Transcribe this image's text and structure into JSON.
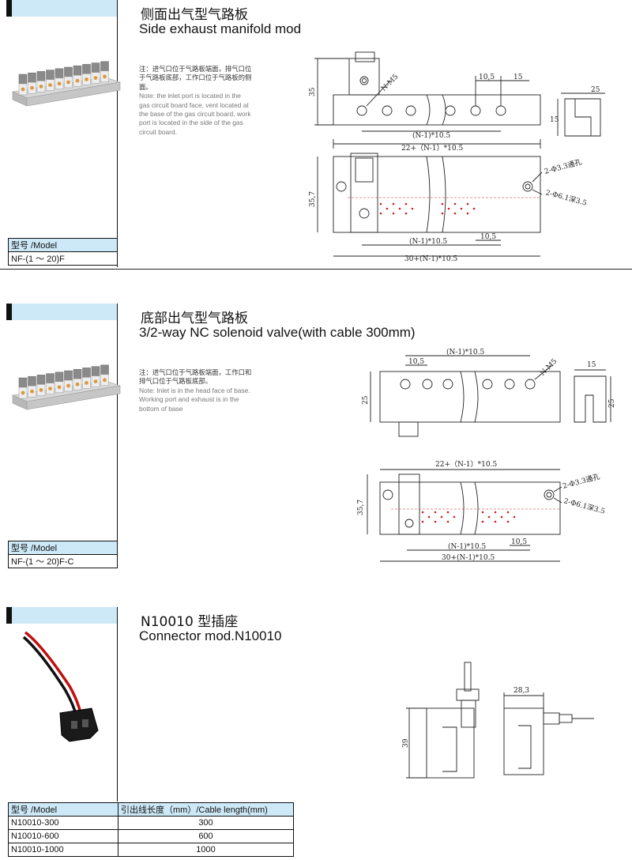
{
  "sections": [
    {
      "title_cn": "侧面出气型气路板",
      "title_en": "Side exhaust manifold mod",
      "note_cn": [
        "注：进气口位于气路板端面，排气口位",
        "于气路板底部，工作口位于气路板的侧",
        "面。"
      ],
      "note_en": [
        "Note: the inlet port is located in the",
        "gas circuit board face, vent located at",
        "the base of the gas circuit board, work",
        "port is located in the side of the gas",
        "circuit board."
      ],
      "model_header": "型号 /Model",
      "model_value": "NF-(1 ～ 20)F",
      "dims": {
        "top_height": "35",
        "thread": "N-M5",
        "pitch": "10,5",
        "gap": "15",
        "pitch_total": "(N-1)*10.5",
        "side_width": "25",
        "side_height": "15",
        "overall": "22+（N-1）*10.5",
        "hole1": "2-Φ3.3通孔",
        "hole2": "2-Φ6.1深3.5",
        "front_height": "35,7",
        "bottom_pitch_total": "(N-1)*10.5",
        "bottom_pitch": "10,5",
        "bottom_overall": "30+(N-1)*10.5"
      }
    },
    {
      "title_cn": "底部出气型气路板",
      "title_en": "3/2-way NC solenoid valve(with cable 300mm)",
      "note_cn": [
        "注：进气口位于气路板端面，工作口和",
        "排气口位于气路板底部。"
      ],
      "note_en": [
        "Note: Inlet is in the head face of base.",
        "Working port and exhaust is in the",
        "bottom of base"
      ],
      "model_header": "型号 /Model",
      "model_value": "NF-(1 ～ 20)F-C",
      "dims": {
        "pitch_total": "(N-1)*10.5",
        "pitch": "10,5",
        "thread": "N-M5",
        "top_height": "25",
        "side_width": "15",
        "side_height": "25",
        "overall": "22+（N-1）*10.5",
        "hole1": "2-Φ3.3通孔",
        "hole2": "2-Φ6.1深3.5",
        "front_height": "35,7",
        "bottom_pitch_total": "(N-1)*10.5",
        "bottom_pitch": "10,5",
        "bottom_overall": "30+(N-1)*10.5"
      }
    },
    {
      "title_cn": "N10010 型插座",
      "title_en": "Connector mod.N10010",
      "dims": {
        "height": "39",
        "width": "28,3"
      },
      "table": {
        "headers": [
          "型号 /Model",
          "引出线长度（mm）/Cable length(mm)"
        ],
        "rows": [
          [
            "N10010-300",
            "300"
          ],
          [
            "N10010-600",
            "600"
          ],
          [
            "N10010-1000",
            "1000"
          ]
        ]
      }
    }
  ]
}
